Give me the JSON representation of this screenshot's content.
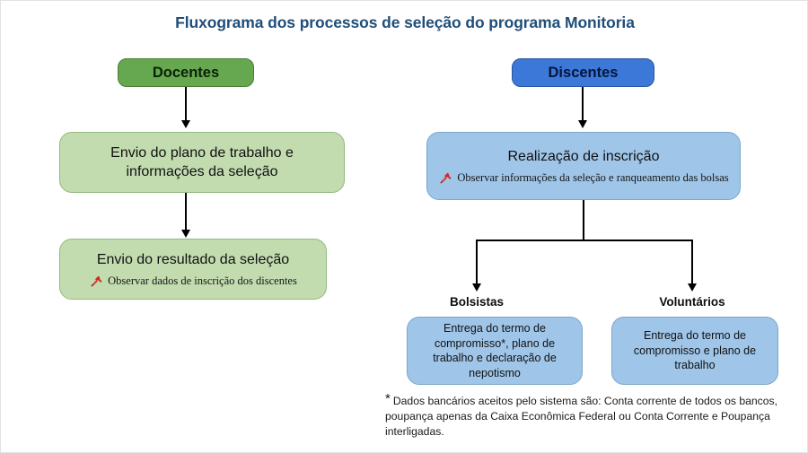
{
  "title": "Fluxograma dos processos de seleção do programa Monitoria",
  "colors": {
    "title": "#1f4e79",
    "header_green": "#66a84f",
    "header_blue": "#3b78d8",
    "body_green": "#c2dcb0",
    "body_blue": "#9fc5e8",
    "pin_red": "#cc2b24",
    "connector": "#000000"
  },
  "columns": {
    "docentes": {
      "header": "Docentes",
      "steps": [
        {
          "title_line1": "Envio do plano de trabalho e",
          "title_line2": "informações da seleção",
          "note": null,
          "note_icon": null
        },
        {
          "title_line1": "Envio do resultado da seleção",
          "title_line2": "",
          "note": "Observar dados de inscrição dos discentes",
          "note_icon": "pushpin-icon"
        }
      ]
    },
    "discentes": {
      "header": "Discentes",
      "steps": [
        {
          "title_line1": "Realização de inscrição",
          "title_line2": "",
          "note": "Observar informações da seleção e ranqueamento das bolsas",
          "note_icon": "pushpin-icon"
        }
      ],
      "branches": [
        {
          "label": "Bolsistas",
          "box_lines": [
            "Entrega do termo de",
            "compromisso*, plano de",
            "trabalho e declaração de",
            "nepotismo"
          ]
        },
        {
          "label": "Voluntários",
          "box_lines": [
            "Entrega do termo de",
            "compromisso e plano de",
            "trabalho"
          ]
        }
      ]
    }
  },
  "footnote": {
    "marker": "*",
    "text": "Dados bancários aceitos pelo sistema são: Conta corrente de todos os bancos, poupança apenas da Caixa Econômica Federal ou Conta Corrente e Poupança interligadas."
  }
}
